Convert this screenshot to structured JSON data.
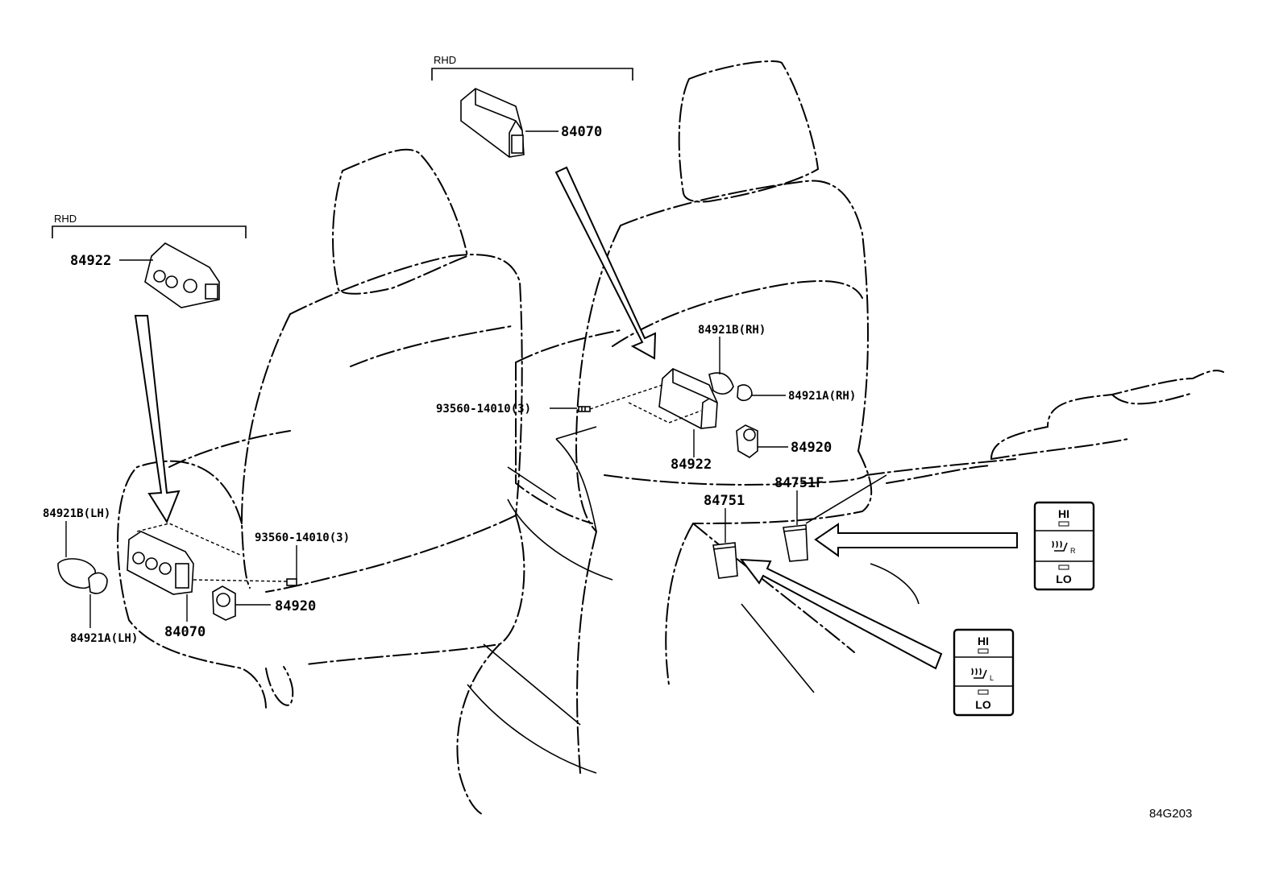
{
  "labels": {
    "rhd_top": "RHD",
    "rhd_left": "RHD",
    "part_84070_top": "84070",
    "part_84922_left": "84922",
    "part_84921b_rh": "84921B(RH)",
    "part_84921a_rh": "84921A(RH)",
    "part_93560_center": "93560-14010(3)",
    "part_84920_right": "84920",
    "part_84922_right": "84922",
    "part_84751f": "84751F",
    "part_84751": "84751",
    "part_84921b_lh": "84921B(LH)",
    "part_93560_left": "93560-14010(3)",
    "part_84920_left": "84920",
    "part_84070_left": "84070",
    "part_84921a_lh": "84921A(LH)"
  },
  "switch_right": {
    "hi": "HI",
    "icon_sub": "R",
    "lo": "LO"
  },
  "switch_left": {
    "hi": "HI",
    "icon_sub": "L",
    "lo": "LO"
  },
  "diagram_code": "84G203"
}
